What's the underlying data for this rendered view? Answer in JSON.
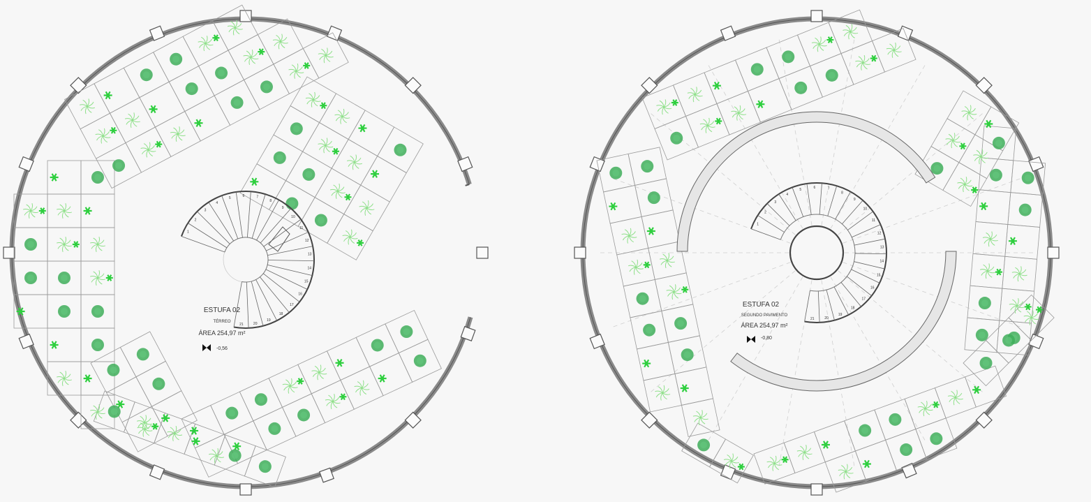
{
  "plans": [
    {
      "id": "plan-left",
      "title": "ESTUFA 02",
      "subtitle": "TÉRREO",
      "area": "ÁREA 254,97 m²",
      "level": "-0,56",
      "stair_numbers": [
        "1",
        "2",
        "3",
        "4",
        "5",
        "6",
        "7",
        "8",
        "9",
        "10",
        "11",
        "12",
        "13",
        "14",
        "15",
        "16",
        "17",
        "18",
        "19",
        "20",
        "21"
      ]
    },
    {
      "id": "plan-right",
      "title": "ESTUFA 02",
      "subtitle": "SEGUNDO PAVIMENTO",
      "area": "ÁREA 254,97 m²",
      "level": "-0,80",
      "stair_numbers": [
        "1",
        "2",
        "3",
        "4",
        "5",
        "6",
        "7",
        "8",
        "9",
        "10",
        "11",
        "12",
        "13",
        "14",
        "15",
        "16",
        "17",
        "18",
        "19",
        "20",
        "21"
      ]
    }
  ],
  "colors": {
    "background": "#f7f7f7",
    "wall": "#8a8a8a",
    "grid_line": "#9a9a9a",
    "plant_dark": "#3fae5a",
    "plant_light": "#8fe08a",
    "plant_leaf": "#2fcf3f",
    "text": "#333333"
  }
}
